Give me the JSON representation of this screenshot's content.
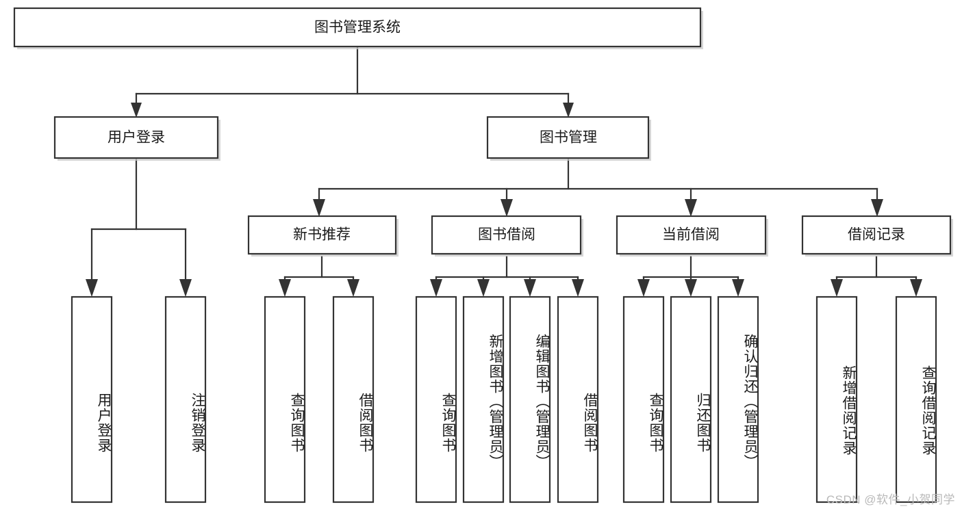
{
  "diagram": {
    "type": "tree",
    "title": "图书管理系统",
    "orientation": "top-down",
    "colors": {
      "box_stroke": "#333333",
      "box_fill": "#ffffff",
      "connector": "#333333",
      "text": "#1a1a1a",
      "watermark": "#b9b9b9",
      "background": "#ffffff"
    },
    "root": {
      "label": "图书管理系统"
    },
    "level1": [
      {
        "id": "user-login",
        "label": "用户登录"
      },
      {
        "id": "book-management",
        "label": "图书管理"
      }
    ],
    "level2": [
      {
        "id": "new-book-recommend",
        "label": "新书推荐",
        "parent": "book-management"
      },
      {
        "id": "book-borrow",
        "label": "图书借阅",
        "parent": "book-management"
      },
      {
        "id": "current-borrow",
        "label": "当前借阅",
        "parent": "book-management"
      },
      {
        "id": "borrow-record",
        "label": "借阅记录",
        "parent": "book-management"
      }
    ],
    "leaves": {
      "user-login": [
        {
          "id": "leaf-user-login",
          "label": "用户登录"
        },
        {
          "id": "leaf-user-logout",
          "label": "注销登录"
        }
      ],
      "new-book-recommend": [
        {
          "id": "leaf-query-book-1",
          "label": "查询图书"
        },
        {
          "id": "leaf-borrow-book-1",
          "label": "借阅图书"
        }
      ],
      "book-borrow": [
        {
          "id": "leaf-query-book-2",
          "label": "查询图书"
        },
        {
          "id": "leaf-add-book",
          "label": "新增图书（管理员）"
        },
        {
          "id": "leaf-edit-book",
          "label": "编辑图书（管理员）"
        },
        {
          "id": "leaf-borrow-book-2",
          "label": "借阅图书"
        }
      ],
      "current-borrow": [
        {
          "id": "leaf-query-book-3",
          "label": "查询图书"
        },
        {
          "id": "leaf-return-book",
          "label": "归还图书"
        },
        {
          "id": "leaf-confirm-return",
          "label": "确认归还（管理员）"
        }
      ],
      "borrow-record": [
        {
          "id": "leaf-add-record",
          "label": "新增借阅记录"
        },
        {
          "id": "leaf-query-record",
          "label": "查询借阅记录"
        }
      ]
    }
  },
  "watermark": {
    "text": "CSDN @软件_小贺同学"
  }
}
